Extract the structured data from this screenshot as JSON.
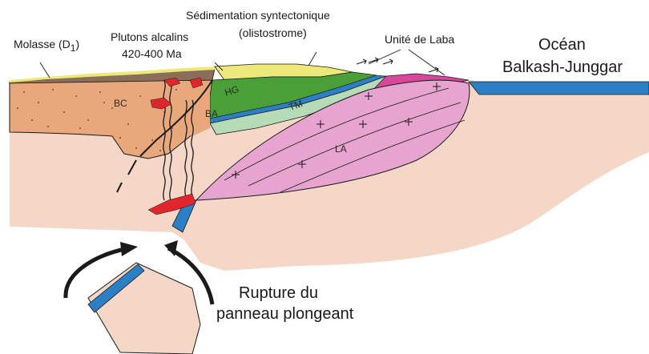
{
  "labels": {
    "molasse": "Molasse (D",
    "molasse_sub": "1",
    "molasse_close": ")",
    "plutons_line1": "Plutons alcalins",
    "plutons_line2": "420-400 Ma",
    "sedimentation_line1": "Sédimentation syntectonique",
    "sedimentation_line2": "(olistostrome)",
    "laba": "Unité de Laba",
    "ocean_line1": "Océan",
    "ocean_line2": "Balkash-Junggar",
    "rupture_line1": "Rupture du",
    "rupture_line2": "panneau plongeant"
  },
  "units": {
    "bc": "BC",
    "ba": "BA",
    "hg": "HG",
    "tm": "TM",
    "la": "LA"
  },
  "colors": {
    "mantle": "#f5d7c8",
    "crust": "#e8a87c",
    "molasse": "#8b6e5a",
    "yellow": "#ede87a",
    "green": "#4aa037",
    "light_green": "#b5dcb6",
    "blue": "#2b7fc4",
    "pink": "#e7a4cf",
    "magenta": "#d9479c",
    "red": "#e0262c"
  }
}
